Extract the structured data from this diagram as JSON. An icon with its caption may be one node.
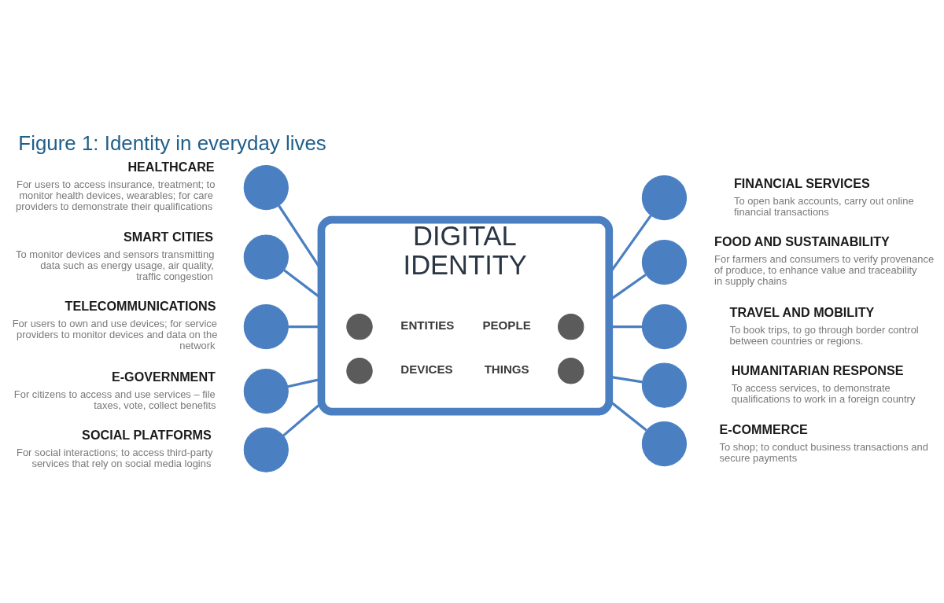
{
  "diagram": {
    "title": "Figure 1: Identity in everyday lives",
    "nodes": [
      {
        "text": [
          "DIGITAL IDENTITY"
        ]
      },
      {
        "text": [],
        "shape": "circle",
        "in": 0,
        "beside": [
          "ENTITIES"
        ]
      },
      {
        "text": [],
        "shape": "circle",
        "in": 0,
        "beside": [
          "PEOPLE"
        ]
      },
      {
        "text": [],
        "shape": "circle",
        "in": 0,
        "beside": [
          "DEVICES"
        ]
      },
      {
        "text": [],
        "shape": "circle",
        "in": 0,
        "beside": [
          "THINGS"
        ]
      },
      {
        "text": [],
        "shape": "circle",
        "beside": [
          "HEALTHCARE",
          "For users to access insurance, treatment; to monitor health devices, wearables; for care providers to demonstrate their qualifications"
        ]
      },
      {
        "text": [],
        "shape": "circle",
        "beside": [
          "FINANCIAL SERVICES",
          "To open bank accounts, carry out online financial transactions"
        ]
      },
      {
        "text": [],
        "shape": "circle",
        "beside": [
          "SMART CITIES",
          "To monitor devices and sensors transmitting data such as energy usage, air quality, traffic congestion"
        ]
      },
      {
        "text": [],
        "shape": "circle",
        "beside": [
          "FOOD AND SUSTAINABILITY",
          "For farmers and consumers to verify provenance of produce, to enhance value and traceability in supply chains"
        ]
      },
      {
        "text": [],
        "shape": "circle",
        "beside": [
          "TELECOMMUNICATIONS",
          "For users to own and use devices; for service providers to monitor devices and data on the network"
        ]
      },
      {
        "text": [],
        "shape": "circle",
        "beside": [
          "TRAVEL AND MOBILITY",
          "To book trips, to go through border control between countries or regions."
        ]
      },
      {
        "text": [],
        "shape": "circle",
        "beside": [
          "E-GOVERNMENT",
          "For citizens to access and use services – file taxes, vote, collect benefits"
        ]
      },
      {
        "text": [],
        "shape": "circle",
        "beside": [
          "HUMANITARIAN RESPONSE",
          "To access services, to demonstrate qualifications to work in a foreign country"
        ]
      },
      {
        "text": [],
        "shape": "circle",
        "beside": [
          "SOCIAL PLATFORMS",
          "For social interactions; to access third-party services that rely on social media logins"
        ]
      },
      {
        "text": [],
        "shape": "circle",
        "beside": [
          "E-COMMERCE",
          "To shop; to conduct business transactions and secure payments"
        ]
      }
    ],
    "edges": [
      {
        "from": 5,
        "to": 0,
        "arrow": "none"
      },
      {
        "from": 0,
        "to": 6,
        "arrow": "none"
      },
      {
        "from": 7,
        "to": 0,
        "arrow": "none"
      },
      {
        "from": 0,
        "to": 8,
        "arrow": "none"
      },
      {
        "from": 9,
        "to": 0,
        "arrow": "none"
      },
      {
        "from": 0,
        "to": 10,
        "arrow": "none"
      },
      {
        "from": 11,
        "to": 0,
        "arrow": "none"
      },
      {
        "from": 0,
        "to": 12,
        "arrow": "none"
      },
      {
        "from": 13,
        "to": 0,
        "arrow": "none"
      },
      {
        "from": 0,
        "to": 14,
        "arrow": "none"
      }
    ]
  }
}
